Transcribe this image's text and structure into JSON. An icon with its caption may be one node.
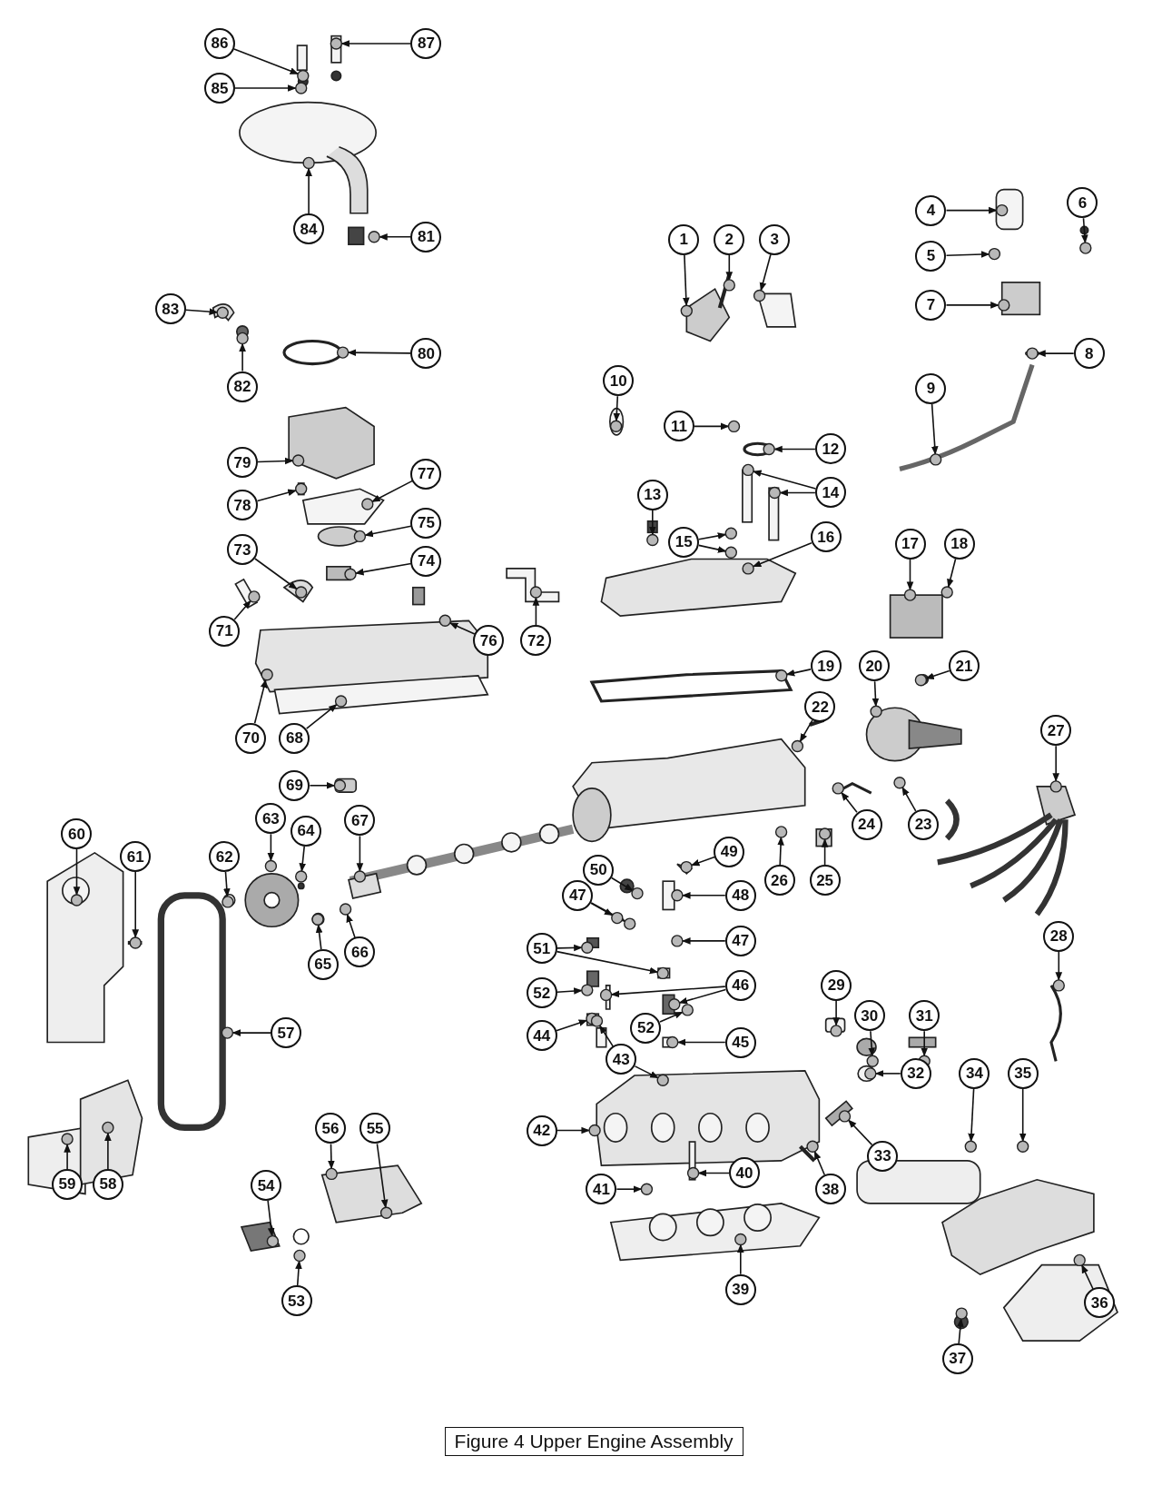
{
  "diagram": {
    "caption": "Figure 4 Upper Engine Assembly",
    "nodes": [
      {
        "text": [
          "86"
        ]
      },
      {
        "text": [
          "87"
        ]
      },
      {
        "text": [
          "85"
        ]
      },
      {
        "text": [
          "84"
        ]
      },
      {
        "text": [
          "81"
        ]
      },
      {
        "text": [
          "83"
        ]
      },
      {
        "text": [
          "80"
        ]
      },
      {
        "text": [
          "82"
        ]
      },
      {
        "text": [
          "79"
        ]
      },
      {
        "text": [
          "77"
        ]
      },
      {
        "text": [
          "78"
        ]
      },
      {
        "text": [
          "75"
        ]
      },
      {
        "text": [
          "73"
        ]
      },
      {
        "text": [
          "74"
        ]
      },
      {
        "text": [
          "71"
        ]
      },
      {
        "text": [
          "76"
        ]
      },
      {
        "text": [
          "72"
        ]
      },
      {
        "text": [
          "70"
        ]
      },
      {
        "text": [
          "68"
        ]
      },
      {
        "text": [
          "69"
        ]
      },
      {
        "text": [
          "1"
        ]
      },
      {
        "text": [
          "2"
        ]
      },
      {
        "text": [
          "3"
        ]
      },
      {
        "text": [
          "4"
        ]
      },
      {
        "text": [
          "6"
        ]
      },
      {
        "text": [
          "5"
        ]
      },
      {
        "text": [
          "7"
        ]
      },
      {
        "text": [
          "8"
        ]
      },
      {
        "text": [
          "10"
        ]
      },
      {
        "text": [
          "9"
        ]
      },
      {
        "text": [
          "11"
        ]
      },
      {
        "text": [
          "12"
        ]
      },
      {
        "text": [
          "14"
        ]
      },
      {
        "text": [
          "13"
        ]
      },
      {
        "text": [
          "15"
        ]
      },
      {
        "text": [
          "16"
        ]
      },
      {
        "text": [
          "17"
        ]
      },
      {
        "text": [
          "18"
        ]
      },
      {
        "text": [
          "19"
        ]
      },
      {
        "text": [
          "20"
        ]
      },
      {
        "text": [
          "21"
        ]
      },
      {
        "text": [
          "22"
        ]
      },
      {
        "text": [
          "27"
        ]
      },
      {
        "text": [
          "24"
        ]
      },
      {
        "text": [
          "23"
        ]
      },
      {
        "text": [
          "60"
        ]
      },
      {
        "text": [
          "63"
        ]
      },
      {
        "text": [
          "64"
        ]
      },
      {
        "text": [
          "67"
        ]
      },
      {
        "text": [
          "61"
        ]
      },
      {
        "text": [
          "62"
        ]
      },
      {
        "text": [
          "50"
        ]
      },
      {
        "text": [
          "49"
        ]
      },
      {
        "text": [
          "26"
        ]
      },
      {
        "text": [
          "25"
        ]
      },
      {
        "text": [
          "47"
        ]
      },
      {
        "text": [
          "48"
        ]
      },
      {
        "text": [
          "28"
        ]
      },
      {
        "text": [
          "51"
        ]
      },
      {
        "text": [
          "47"
        ]
      },
      {
        "text": [
          "65"
        ]
      },
      {
        "text": [
          "66"
        ]
      },
      {
        "text": [
          "29"
        ]
      },
      {
        "text": [
          "52"
        ]
      },
      {
        "text": [
          "46"
        ]
      },
      {
        "text": [
          "30"
        ]
      },
      {
        "text": [
          "31"
        ]
      },
      {
        "text": [
          "57"
        ]
      },
      {
        "text": [
          "44"
        ]
      },
      {
        "text": [
          "52"
        ]
      },
      {
        "text": [
          "45"
        ]
      },
      {
        "text": [
          "43"
        ]
      },
      {
        "text": [
          "32"
        ]
      },
      {
        "text": [
          "34"
        ]
      },
      {
        "text": [
          "35"
        ]
      },
      {
        "text": [
          "55"
        ]
      },
      {
        "text": [
          "56"
        ]
      },
      {
        "text": [
          "42"
        ]
      },
      {
        "text": [
          "33"
        ]
      },
      {
        "text": [
          "40"
        ]
      },
      {
        "text": [
          "41"
        ]
      },
      {
        "text": [
          "38"
        ]
      },
      {
        "text": [
          "59"
        ]
      },
      {
        "text": [
          "58"
        ]
      },
      {
        "text": [
          "54"
        ]
      },
      {
        "text": [
          "39"
        ]
      },
      {
        "text": [
          "53"
        ]
      },
      {
        "text": [
          "36"
        ]
      },
      {
        "text": [
          "37"
        ]
      },
      {
        "text": [],
        "shape": "circle"
      },
      {
        "text": [],
        "shape": "circle"
      },
      {
        "text": [],
        "shape": "circle"
      },
      {
        "text": [],
        "shape": "circle"
      },
      {
        "text": [],
        "shape": "circle"
      },
      {
        "text": [],
        "shape": "circle"
      },
      {
        "text": [],
        "shape": "circle"
      },
      {
        "text": [],
        "shape": "circle"
      },
      {
        "text": [],
        "shape": "circle"
      },
      {
        "text": [],
        "shape": "circle"
      },
      {
        "text": [],
        "shape": "circle"
      },
      {
        "text": [],
        "shape": "circle"
      },
      {
        "text": [],
        "shape": "circle"
      },
      {
        "text": [],
        "shape": "circle"
      },
      {
        "text": [],
        "shape": "circle"
      },
      {
        "text": [],
        "shape": "circle"
      },
      {
        "text": [],
        "shape": "circle"
      },
      {
        "text": [],
        "shape": "circle"
      },
      {
        "text": [],
        "shape": "circle"
      },
      {
        "text": [],
        "shape": "circle"
      },
      {
        "text": [],
        "shape": "circle"
      },
      {
        "text": [],
        "shape": "circle"
      },
      {
        "text": [],
        "shape": "circle"
      },
      {
        "text": [],
        "shape": "circle"
      },
      {
        "text": [],
        "shape": "circle"
      },
      {
        "text": [],
        "shape": "circle"
      },
      {
        "text": [],
        "shape": "circle"
      },
      {
        "text": [],
        "shape": "circle"
      },
      {
        "text": [],
        "shape": "circle"
      },
      {
        "text": [],
        "shape": "circle"
      },
      {
        "text": [],
        "shape": "circle"
      },
      {
        "text": [],
        "shape": "circle"
      },
      {
        "text": [],
        "shape": "circle"
      },
      {
        "text": [],
        "shape": "circle"
      },
      {
        "text": [],
        "shape": "circle"
      },
      {
        "text": [],
        "shape": "circle"
      },
      {
        "text": [],
        "shape": "circle"
      },
      {
        "text": [],
        "shape": "circle"
      },
      {
        "text": [],
        "shape": "circle"
      },
      {
        "text": [],
        "shape": "circle"
      },
      {
        "text": [],
        "shape": "circle"
      },
      {
        "text": [],
        "shape": "circle"
      },
      {
        "text": [],
        "shape": "circle"
      },
      {
        "text": [],
        "shape": "circle"
      },
      {
        "text": [],
        "shape": "circle"
      },
      {
        "text": [],
        "shape": "circle"
      },
      {
        "text": [],
        "shape": "circle"
      },
      {
        "text": [],
        "shape": "circle"
      },
      {
        "text": [],
        "shape": "circle"
      },
      {
        "text": [],
        "shape": "circle"
      },
      {
        "text": [],
        "shape": "circle"
      },
      {
        "text": [],
        "shape": "circle"
      },
      {
        "text": [],
        "shape": "circle"
      },
      {
        "text": [],
        "shape": "circle"
      },
      {
        "text": [],
        "shape": "circle"
      },
      {
        "text": [],
        "shape": "circle"
      },
      {
        "text": [],
        "shape": "circle"
      },
      {
        "text": [],
        "shape": "circle"
      },
      {
        "text": [],
        "shape": "circle"
      },
      {
        "text": [],
        "shape": "circle"
      },
      {
        "text": [],
        "shape": "circle"
      },
      {
        "text": [],
        "shape": "circle"
      },
      {
        "text": [],
        "shape": "circle"
      },
      {
        "text": [],
        "shape": "circle"
      },
      {
        "text": [],
        "shape": "circle"
      },
      {
        "text": [],
        "shape": "circle"
      },
      {
        "text": [],
        "shape": "circle"
      },
      {
        "text": [],
        "shape": "circle"
      },
      {
        "text": [],
        "shape": "circle"
      },
      {
        "text": [],
        "shape": "circle"
      },
      {
        "text": [],
        "shape": "circle"
      },
      {
        "text": [],
        "shape": "circle"
      },
      {
        "text": [],
        "shape": "circle"
      },
      {
        "text": [],
        "shape": "circle"
      },
      {
        "text": [],
        "shape": "circle"
      },
      {
        "text": [],
        "shape": "circle"
      },
      {
        "text": [],
        "shape": "circle"
      },
      {
        "text": [],
        "shape": "circle"
      },
      {
        "text": [],
        "shape": "circle"
      },
      {
        "text": [],
        "shape": "circle"
      },
      {
        "text": [],
        "shape": "circle"
      },
      {
        "text": [],
        "shape": "circle"
      },
      {
        "text": [],
        "shape": "circle"
      },
      {
        "text": [],
        "shape": "circle"
      },
      {
        "text": [],
        "shape": "circle"
      },
      {
        "text": [],
        "shape": "circle"
      },
      {
        "text": [],
        "shape": "circle"
      },
      {
        "text": [],
        "shape": "circle"
      },
      {
        "text": [],
        "shape": "circle"
      },
      {
        "text": [],
        "shape": "circle"
      },
      {
        "text": [],
        "shape": "circle"
      },
      {
        "text": [],
        "shape": "circle"
      },
      {
        "text": [],
        "shape": "circle"
      },
      {
        "text": [],
        "shape": "circle"
      },
      {
        "text": [],
        "shape": "circle"
      }
    ],
    "edges": [
      {
        "from": 0,
        "to": 89,
        "arrow": "to"
      },
      {
        "from": 1,
        "to": 90,
        "arrow": "to"
      },
      {
        "from": 2,
        "to": 91,
        "arrow": "to"
      },
      {
        "from": 3,
        "to": 92,
        "arrow": "to"
      },
      {
        "from": 4,
        "to": 93,
        "arrow": "to"
      },
      {
        "from": 5,
        "to": 94,
        "arrow": "to"
      },
      {
        "from": 6,
        "to": 95,
        "arrow": "to"
      },
      {
        "from": 7,
        "to": 96,
        "arrow": "to"
      },
      {
        "from": 8,
        "to": 97,
        "arrow": "to"
      },
      {
        "from": 9,
        "to": 98,
        "arrow": "to"
      },
      {
        "from": 10,
        "to": 99,
        "arrow": "to"
      },
      {
        "from": 11,
        "to": 100,
        "arrow": "to"
      },
      {
        "from": 12,
        "to": 101,
        "arrow": "to"
      },
      {
        "from": 13,
        "to": 102,
        "arrow": "to"
      },
      {
        "from": 14,
        "to": 103,
        "arrow": "to"
      },
      {
        "from": 15,
        "to": 104,
        "arrow": "to"
      },
      {
        "from": 16,
        "to": 105,
        "arrow": "to"
      },
      {
        "from": 17,
        "to": 106,
        "arrow": "to"
      },
      {
        "from": 18,
        "to": 107,
        "arrow": "to"
      },
      {
        "from": 19,
        "to": 108,
        "arrow": "to"
      },
      {
        "from": 20,
        "to": 109,
        "arrow": "to"
      },
      {
        "from": 21,
        "to": 110,
        "arrow": "to"
      },
      {
        "from": 22,
        "to": 111,
        "arrow": "to"
      },
      {
        "from": 23,
        "to": 112,
        "arrow": "to"
      },
      {
        "from": 24,
        "to": 113,
        "arrow": "to"
      },
      {
        "from": 25,
        "to": 114,
        "arrow": "to"
      },
      {
        "from": 26,
        "to": 115,
        "arrow": "to"
      },
      {
        "from": 27,
        "to": 116,
        "arrow": "to"
      },
      {
        "from": 28,
        "to": 117,
        "arrow": "to"
      },
      {
        "from": 29,
        "to": 118,
        "arrow": "to"
      },
      {
        "from": 30,
        "to": 119,
        "arrow": "to"
      },
      {
        "from": 31,
        "to": 120,
        "arrow": "to"
      },
      {
        "from": 32,
        "to": 121,
        "arrow": "to"
      },
      {
        "from": 32,
        "to": 122,
        "arrow": "to"
      },
      {
        "from": 33,
        "to": 123,
        "arrow": "to"
      },
      {
        "from": 34,
        "to": 124,
        "arrow": "to"
      },
      {
        "from": 34,
        "to": 125,
        "arrow": "to"
      },
      {
        "from": 35,
        "to": 126,
        "arrow": "to"
      },
      {
        "from": 36,
        "to": 127,
        "arrow": "to"
      },
      {
        "from": 37,
        "to": 128,
        "arrow": "to"
      },
      {
        "from": 38,
        "to": 129,
        "arrow": "to"
      },
      {
        "from": 39,
        "to": 130,
        "arrow": "to"
      },
      {
        "from": 40,
        "to": 131,
        "arrow": "to"
      },
      {
        "from": 41,
        "to": 132,
        "arrow": "to"
      },
      {
        "from": 42,
        "to": 133,
        "arrow": "to"
      },
      {
        "from": 43,
        "to": 134,
        "arrow": "to"
      },
      {
        "from": 44,
        "to": 135,
        "arrow": "to"
      },
      {
        "from": 45,
        "to": 136,
        "arrow": "to"
      },
      {
        "from": 46,
        "to": 137,
        "arrow": "to"
      },
      {
        "from": 47,
        "to": 138,
        "arrow": "to"
      },
      {
        "from": 48,
        "to": 139,
        "arrow": "to"
      },
      {
        "from": 49,
        "to": 140,
        "arrow": "to"
      },
      {
        "from": 50,
        "to": 141,
        "arrow": "to"
      },
      {
        "from": 51,
        "to": 142,
        "arrow": "to"
      },
      {
        "from": 52,
        "to": 143,
        "arrow": "to"
      },
      {
        "from": 53,
        "to": 144,
        "arrow": "to"
      },
      {
        "from": 54,
        "to": 145,
        "arrow": "to"
      },
      {
        "from": 55,
        "to": 146,
        "arrow": "to"
      },
      {
        "from": 55,
        "to": 147,
        "arrow": "to"
      },
      {
        "from": 56,
        "to": 148,
        "arrow": "to"
      },
      {
        "from": 57,
        "to": 149,
        "arrow": "to"
      },
      {
        "from": 58,
        "to": 150,
        "arrow": "to"
      },
      {
        "from": 58,
        "to": 151,
        "arrow": "to"
      },
      {
        "from": 59,
        "to": 152,
        "arrow": "to"
      },
      {
        "from": 60,
        "to": 153,
        "arrow": "to"
      },
      {
        "from": 61,
        "to": 154,
        "arrow": "to"
      },
      {
        "from": 62,
        "to": 155,
        "arrow": "to"
      },
      {
        "from": 63,
        "to": 156,
        "arrow": "to"
      },
      {
        "from": 64,
        "to": 157,
        "arrow": "to"
      },
      {
        "from": 64,
        "to": 158,
        "arrow": "to"
      },
      {
        "from": 65,
        "to": 159,
        "arrow": "to"
      },
      {
        "from": 66,
        "to": 160,
        "arrow": "to"
      },
      {
        "from": 67,
        "to": 161,
        "arrow": "to"
      },
      {
        "from": 68,
        "to": 162,
        "arrow": "to"
      },
      {
        "from": 69,
        "to": 163,
        "arrow": "to"
      },
      {
        "from": 70,
        "to": 164,
        "arrow": "to"
      },
      {
        "from": 71,
        "to": 165,
        "arrow": "to"
      },
      {
        "from": 71,
        "to": 166,
        "arrow": "to"
      },
      {
        "from": 72,
        "to": 167,
        "arrow": "to"
      },
      {
        "from": 73,
        "to": 168,
        "arrow": "to"
      },
      {
        "from": 74,
        "to": 169,
        "arrow": "to"
      },
      {
        "from": 75,
        "to": 170,
        "arrow": "to"
      },
      {
        "from": 76,
        "to": 171,
        "arrow": "to"
      },
      {
        "from": 77,
        "to": 172,
        "arrow": "to"
      },
      {
        "from": 78,
        "to": 173,
        "arrow": "to"
      },
      {
        "from": 79,
        "to": 174,
        "arrow": "to"
      },
      {
        "from": 80,
        "to": 175,
        "arrow": "to"
      },
      {
        "from": 81,
        "to": 176,
        "arrow": "to"
      },
      {
        "from": 82,
        "to": 177,
        "arrow": "to"
      },
      {
        "from": 83,
        "to": 178,
        "arrow": "to"
      },
      {
        "from": 84,
        "to": 179,
        "arrow": "to"
      },
      {
        "from": 85,
        "to": 180,
        "arrow": "to"
      },
      {
        "from": 86,
        "to": 181,
        "arrow": "to"
      },
      {
        "from": 87,
        "to": 182,
        "arrow": "to"
      },
      {
        "from": 88,
        "to": 183,
        "arrow": "to"
      }
    ]
  }
}
